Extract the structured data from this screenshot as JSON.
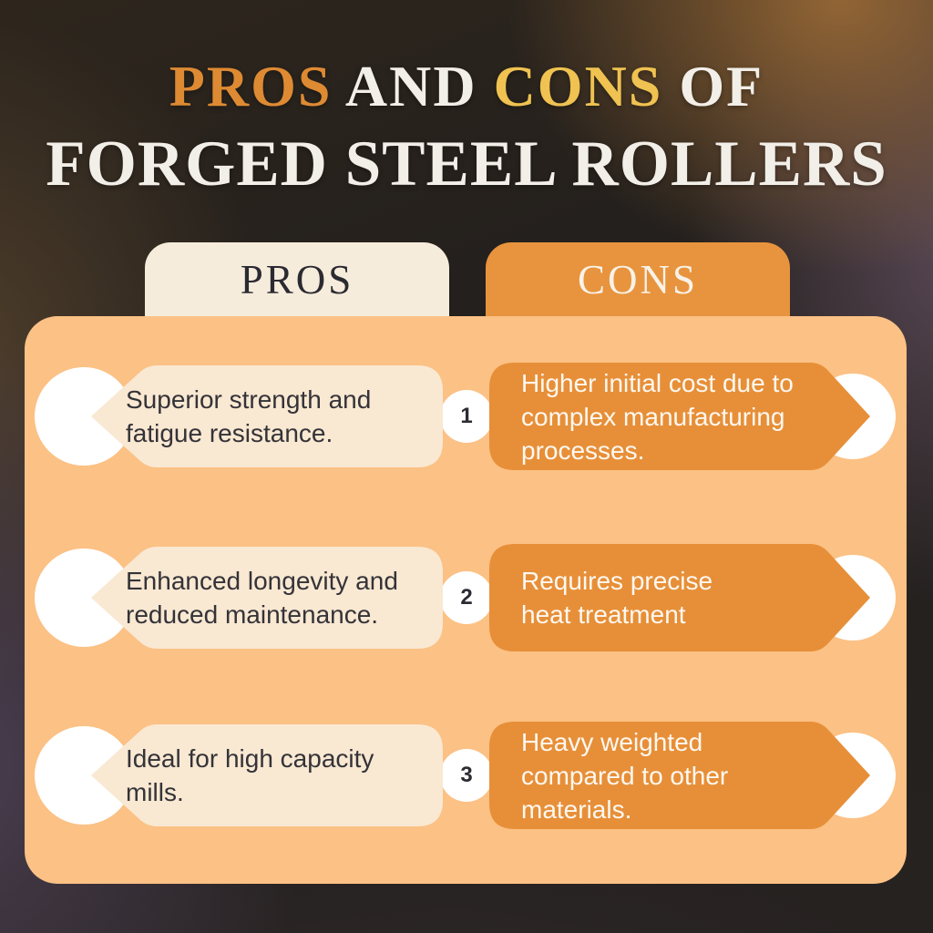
{
  "title": {
    "part_pros": "PROS",
    "part_and": " AND ",
    "part_cons": "CONS",
    "part_of": " OF",
    "line2": "FORGED STEEL ROLLERS"
  },
  "tabs": {
    "pros_label": "PROS",
    "cons_label": "CONS"
  },
  "rows": [
    {
      "number": "1",
      "pro": "Superior strength and fatigue resistance.",
      "pro_lines": [
        "Superior strength and",
        "fatigue resistance."
      ],
      "con": "Higher initial cost due to complex manufacturing processes.",
      "con_lines": [
        "Higher initial cost due to",
        "complex manufacturing",
        "processes."
      ]
    },
    {
      "number": "2",
      "pro": "Enhanced longevity and reduced maintenance.",
      "pro_lines": [
        "Enhanced longevity and",
        "reduced maintenance."
      ],
      "con": "Requires precise heat treatment",
      "con_lines": [
        "Requires precise",
        "heat treatment"
      ]
    },
    {
      "number": "3",
      "pro": "Ideal for high capacity mills.",
      "pro_lines": [
        "Ideal for high capacity",
        "mills."
      ],
      "con": "Heavy weighted compared to other materials.",
      "con_lines": [
        "Heavy weighted",
        "compared to other",
        "materials."
      ]
    }
  ],
  "colors": {
    "title_pros_word": "#DE8A33",
    "title_cons_word": "#EFC251",
    "title_white": "#F2EEE8",
    "panel": "#FBC185",
    "pros_tab": "#F6ECDB",
    "cons_tab": "#E8943E",
    "pro_box": "#F9E8D2",
    "con_box": "#E78F38",
    "pro_text": "#343338",
    "con_text": "#FDF8F1",
    "chevron_white": "#FFFFFF",
    "background_dark": "#242020"
  }
}
